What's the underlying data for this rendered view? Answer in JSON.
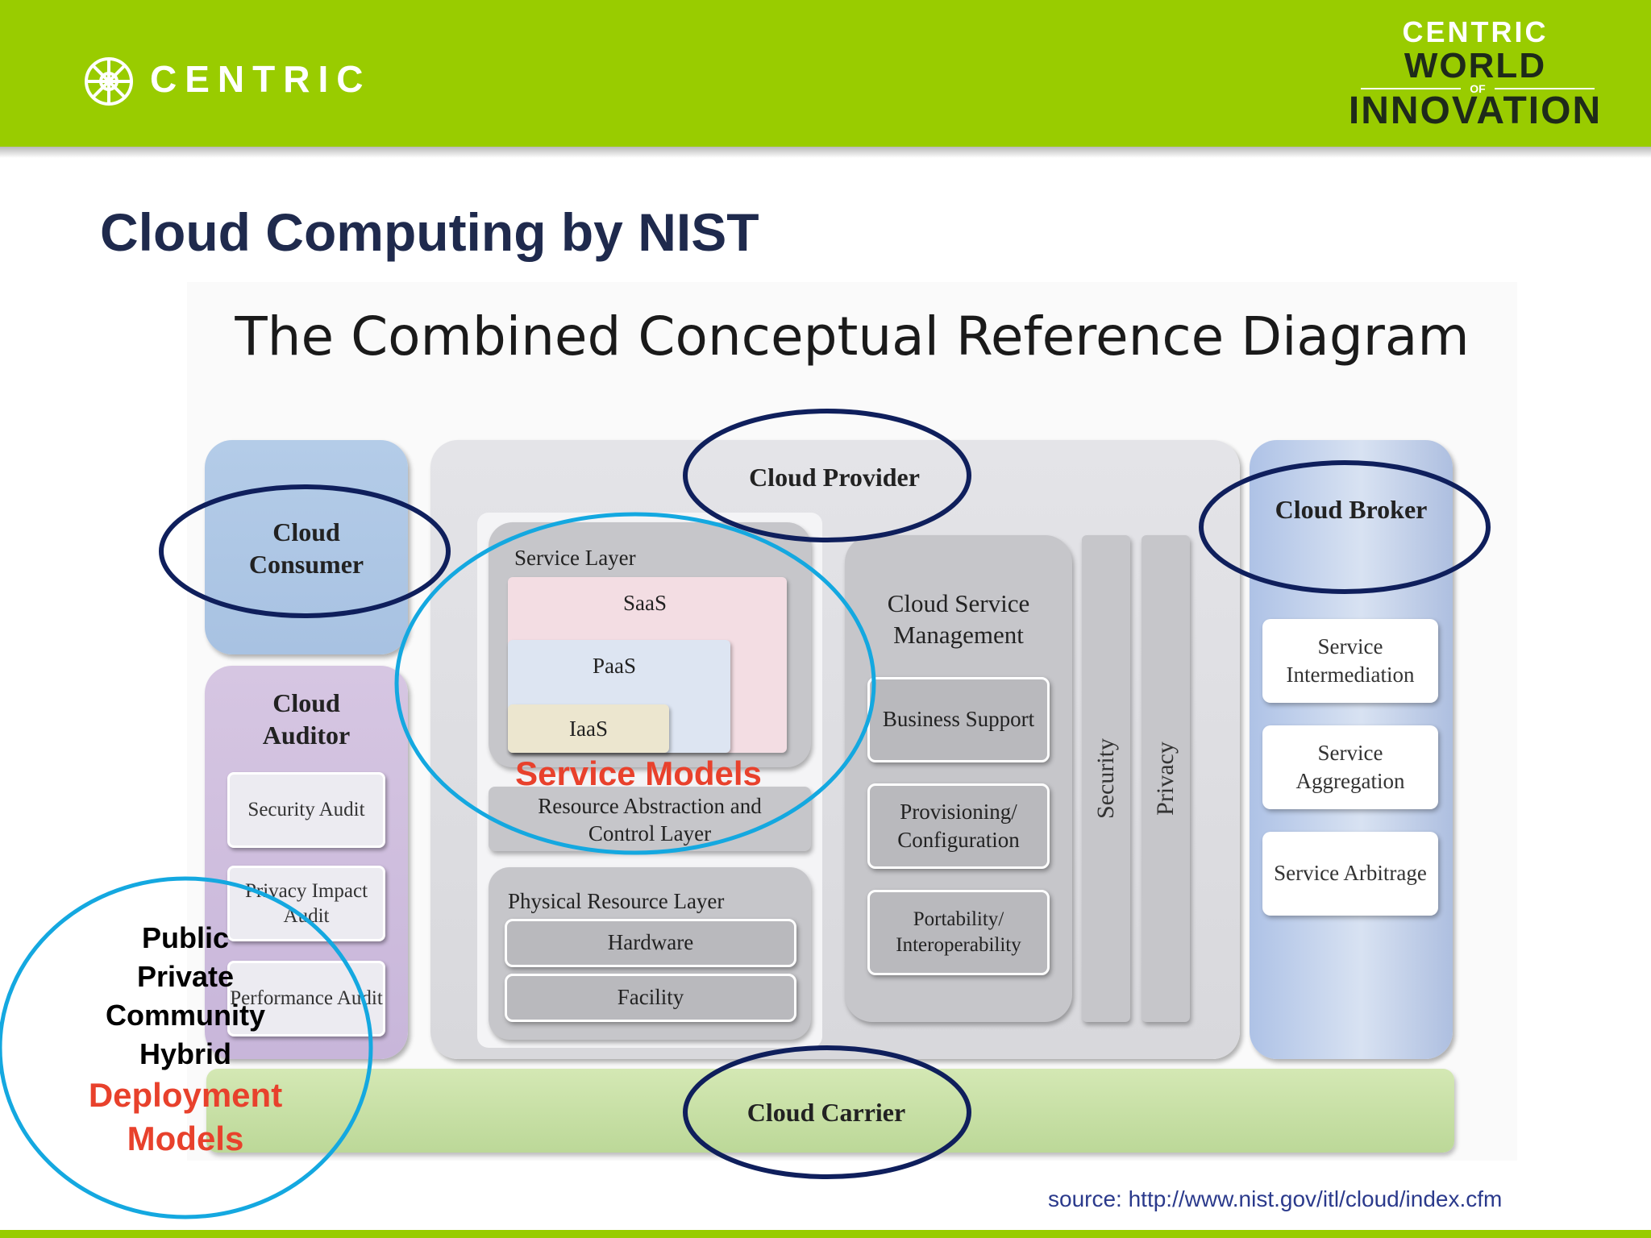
{
  "header": {
    "logo_text": "CENTRIC",
    "wordmark_line1": "CENTRIC",
    "wordmark_line2": "WORLD",
    "wordmark_of": "OF",
    "wordmark_line3": "INNOVATION",
    "brand_color": "#99cc00"
  },
  "page_title": "Cloud Computing by NIST",
  "diagram": {
    "title": "The Combined Conceptual Reference Diagram",
    "cloud_consumer": "Cloud Consumer",
    "cloud_auditor": {
      "title": "Cloud Auditor",
      "items": [
        "Security Audit",
        "Privacy Impact Audit",
        "Performance Audit"
      ]
    },
    "cloud_provider": {
      "title": "Cloud Provider",
      "service_layer": "Service Layer",
      "saas": "SaaS",
      "paas": "PaaS",
      "iaas": "IaaS",
      "resource_abstraction": "Resource Abstraction and Control Layer",
      "physical_layer": "Physical Resource Layer",
      "hardware": "Hardware",
      "facility": "Facility",
      "csm_title": "Cloud Service Management",
      "csm_items": [
        "Business Support",
        "Provisioning/ Configuration",
        "Portability/ Interoperability"
      ],
      "security": "Security",
      "privacy": "Privacy"
    },
    "cloud_broker": {
      "title": "Cloud Broker",
      "items": [
        "Service Intermediation",
        "Service Aggregation",
        "Service Arbitrage"
      ]
    },
    "cloud_carrier": "Cloud Carrier"
  },
  "annotations": {
    "service_models": "Service Models",
    "deployment_list": [
      "Public",
      "Private",
      "Community",
      "Hybrid"
    ],
    "deployment_models_line1": "Deployment",
    "deployment_models_line2": "Models",
    "highlight_navy": "#0f1f5c",
    "highlight_cyan": "#14a8e0",
    "label_red": "#e8412c"
  },
  "source": "source: http://www.nist.gov/itl/cloud/index.cfm"
}
